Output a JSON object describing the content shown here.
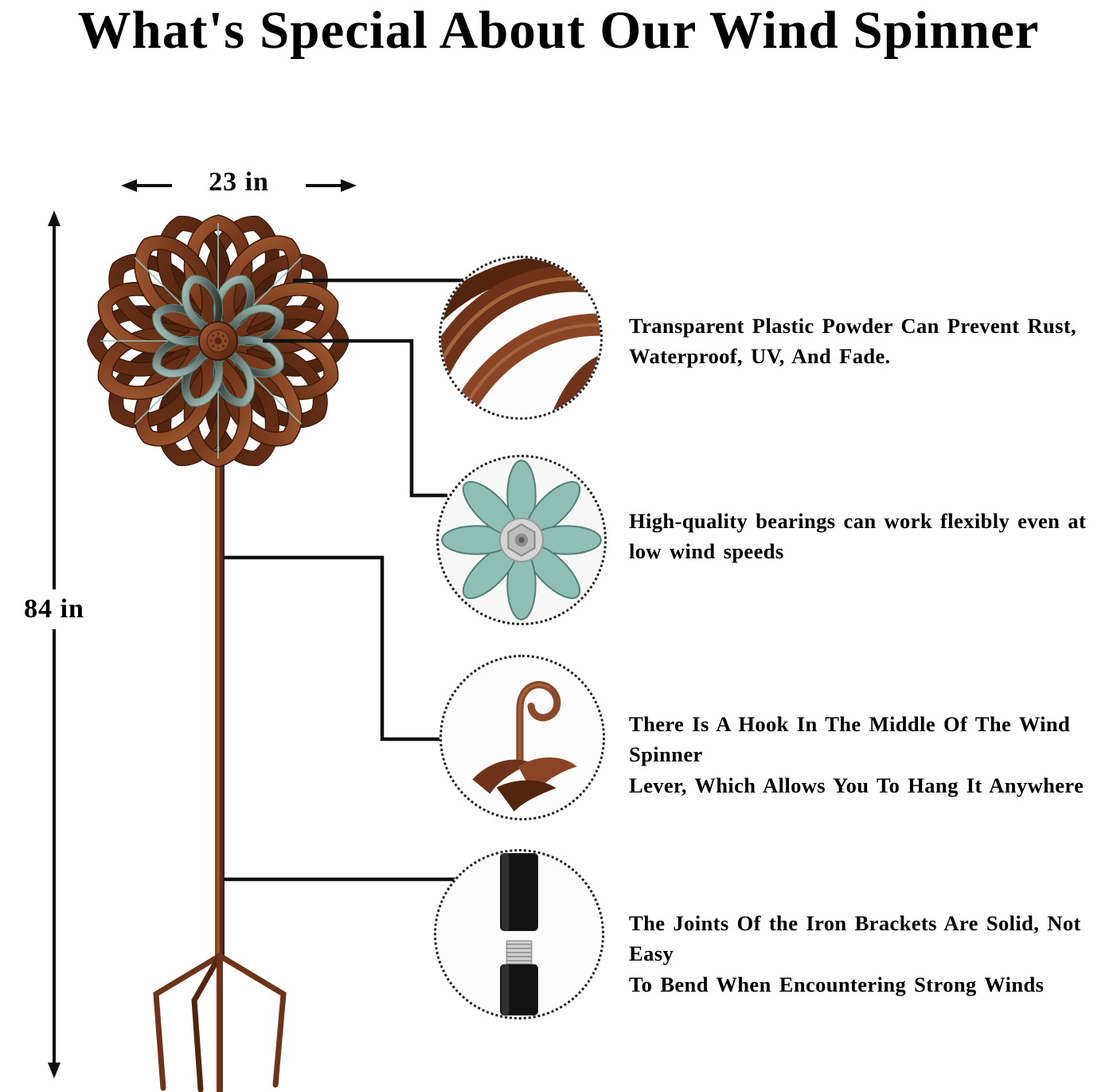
{
  "title": "What's Special About Our Wind Spinner",
  "dimensions": {
    "width_label": "23 in",
    "height_label": "84 in"
  },
  "callouts": [
    {
      "icon": "copper-petals-closeup-icon",
      "text": "Transparent Plastic Powder Can Prevent Rust,\nWaterproof, UV, And Fade."
    },
    {
      "icon": "bearing-closeup-icon",
      "text": "High-quality bearings can work flexibly even at\nlow wind speeds"
    },
    {
      "icon": "hanging-hook-icon",
      "text": "There Is A Hook In The Middle Of The Wind Spinner\nLever, Which Allows You To Hang It Anywhere"
    },
    {
      "icon": "pole-joint-icon",
      "text": "The Joints Of the Iron Brackets Are Solid, Not Easy\nTo Bend When Encountering Strong Winds"
    }
  ],
  "colors": {
    "copper": "#7c3c1e",
    "copper_dark": "#53250f",
    "patina": "#8fbfb5",
    "line": "#101010",
    "background": "#ffffff"
  }
}
